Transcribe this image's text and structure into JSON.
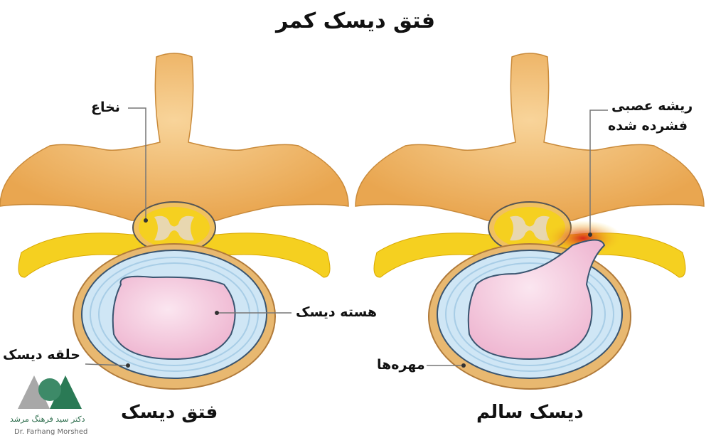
{
  "title": "فتق دیسک کمر",
  "labels": {
    "spinal_cord": "نخاع",
    "compressed_nerve_root_line1": "ریشه عصبی",
    "compressed_nerve_root_line2": "فشرده شده",
    "nucleus": "هسته دیسک",
    "annulus": "حلقه دیسک",
    "vertebrae": "مهره‌ها"
  },
  "captions": {
    "left": "فتق دیسک",
    "right": "دیسک سالم"
  },
  "logo": {
    "name_fa": "دکتر سید فرهنگ مرشد",
    "name_en": "Dr. Farhang Morshed"
  },
  "colors": {
    "bone": "#f2b867",
    "nerve": "#f5d020",
    "annulus": "#cfe6f5",
    "nucleus": "#f3c9dd",
    "compression": "#d8281c",
    "logo_green": "#2a7a55"
  }
}
